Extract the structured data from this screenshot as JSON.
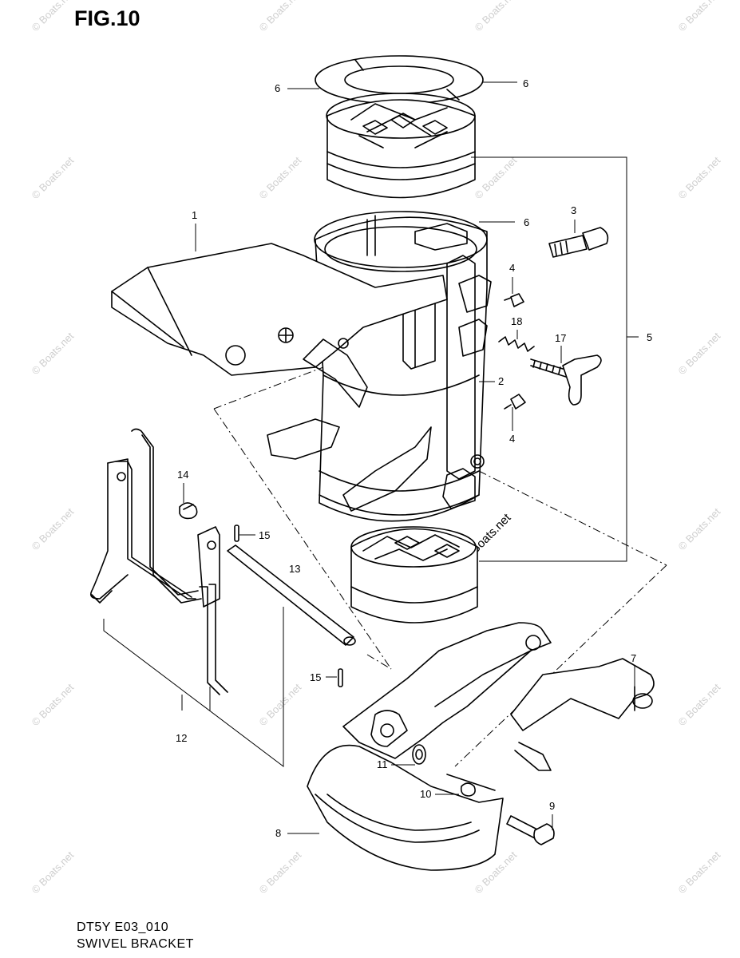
{
  "figure": {
    "title": "FIG.10"
  },
  "footer": {
    "code": "DT5Y E03_010",
    "name": "SWIVEL BRACKET"
  },
  "watermark": {
    "text": "© Boats.net",
    "center_text": "© Boats.net"
  },
  "callouts": {
    "c1": "1",
    "c2": "2",
    "c3": "3",
    "c4a": "4",
    "c4b": "4",
    "c5": "5",
    "c6a": "6",
    "c6b": "6",
    "c6c": "6",
    "c7": "7",
    "c8": "8",
    "c9": "9",
    "c10": "10",
    "c11": "11",
    "c12": "12",
    "c13": "13",
    "c14": "14",
    "c15a": "15",
    "c15b": "15",
    "c17": "17",
    "c18": "18"
  }
}
